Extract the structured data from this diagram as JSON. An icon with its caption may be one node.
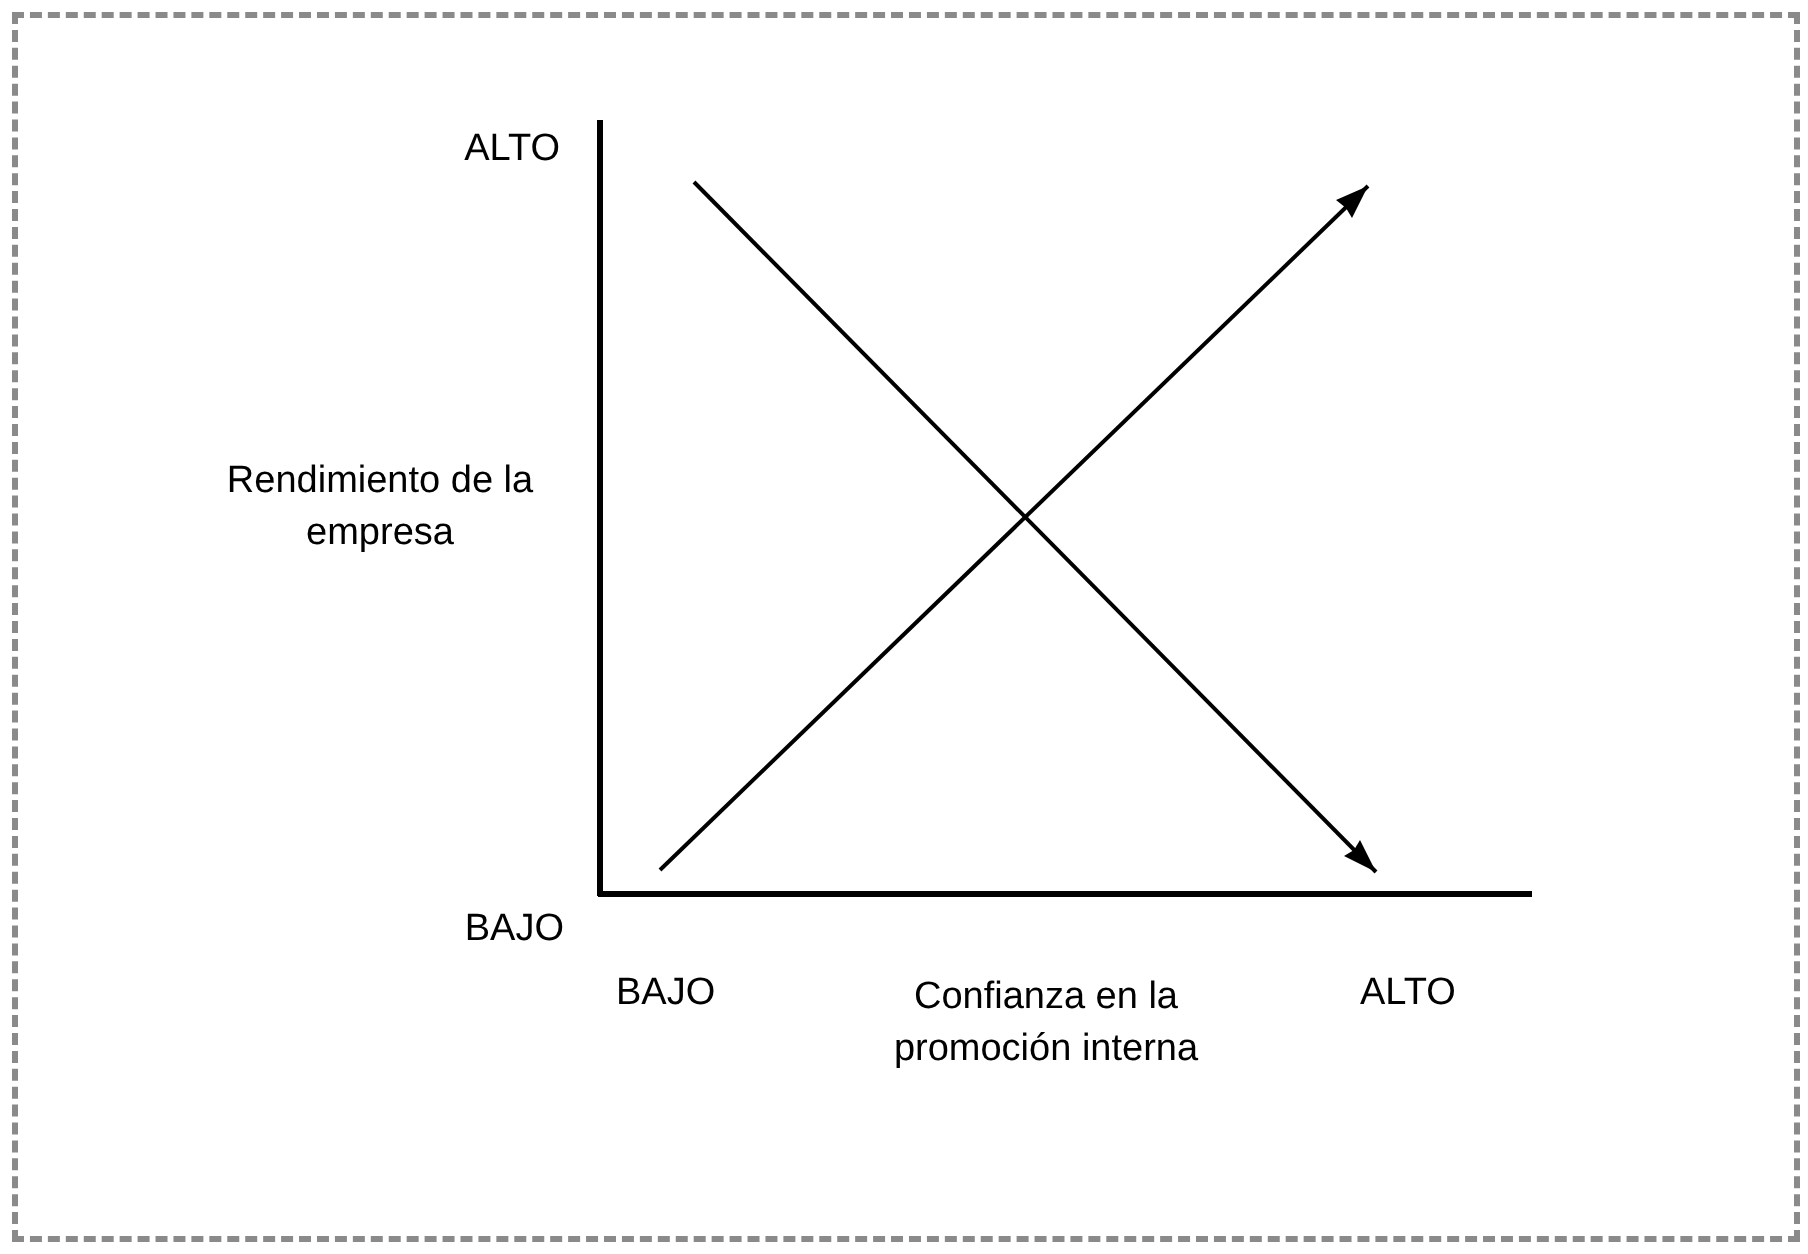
{
  "diagram": {
    "labels": [
      "ALTO",
      "Rendimiento de la empresa",
      "BAJO",
      "BAJO",
      "Confianza en la promoción interna",
      "ALTO"
    ]
  }
}
